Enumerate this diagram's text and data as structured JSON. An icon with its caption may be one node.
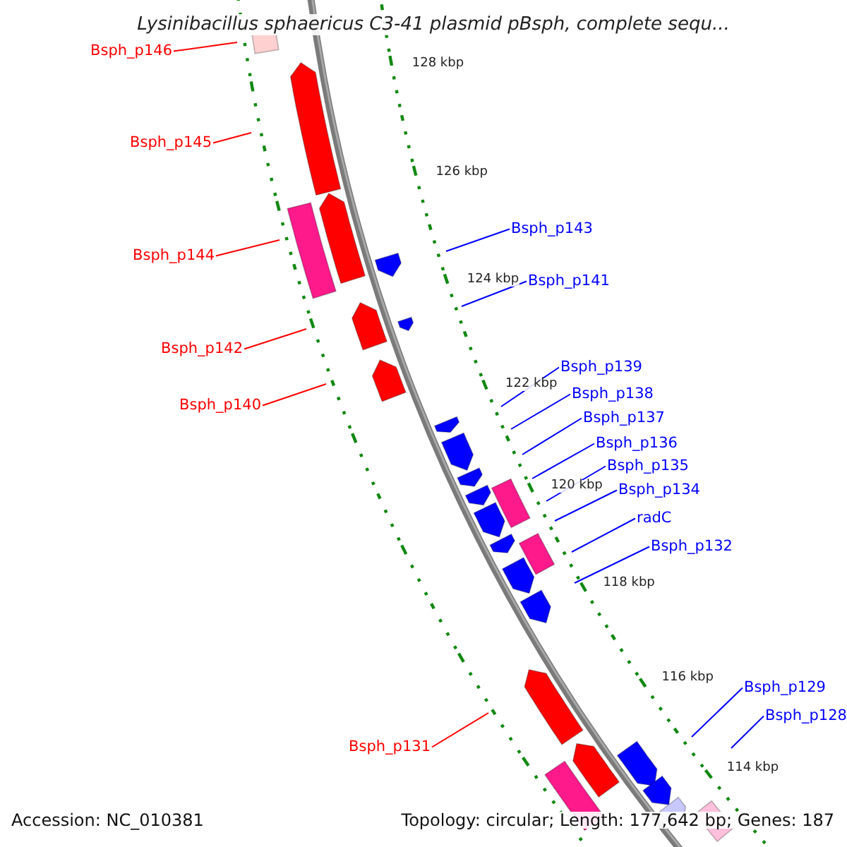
{
  "diagram": {
    "title": "Lysinibacillus sphaericus C3-41 plasmid pBsph, complete sequ...",
    "nodes": [
      {
        "text": [
          "Bsph_p146"
        ]
      },
      {
        "text": [
          "Bsph_p145"
        ]
      },
      {
        "text": [
          "Bsph_p143"
        ]
      },
      {
        "text": [
          "Bsph_p144"
        ]
      },
      {
        "text": [
          "Bsph_p141"
        ]
      },
      {
        "text": [
          "Bsph_p142"
        ]
      },
      {
        "text": [
          "Bsph_p139"
        ]
      },
      {
        "text": [
          "Bsph_p138"
        ]
      },
      {
        "text": [
          "Bsph_p140"
        ]
      },
      {
        "text": [
          "Bsph_p137"
        ]
      },
      {
        "text": [
          "Bsph_p136"
        ]
      },
      {
        "text": [
          "Bsph_p135"
        ]
      },
      {
        "text": [
          "Bsph_p134"
        ]
      },
      {
        "text": [
          "radC"
        ]
      },
      {
        "text": [
          "Bsph_p132"
        ]
      },
      {
        "text": [
          "Bsph_p129"
        ]
      },
      {
        "text": [
          "Bsph_p128"
        ]
      },
      {
        "text": [
          "Bsph_p131"
        ]
      }
    ],
    "edges": [
      {
        "from": 0,
        "to": null,
        "arrow": "none",
        "color": "#ff0000"
      },
      {
        "from": 1,
        "to": null,
        "arrow": "none",
        "color": "#ff0000"
      },
      {
        "from": 2,
        "to": null,
        "arrow": "none"
      },
      {
        "from": 3,
        "to": null,
        "arrow": "none",
        "color": "#ff0000"
      },
      {
        "from": 4,
        "to": null,
        "arrow": "none"
      },
      {
        "from": 5,
        "to": null,
        "arrow": "none",
        "color": "#ff0000"
      },
      {
        "from": 6,
        "to": null,
        "arrow": "none"
      },
      {
        "from": 7,
        "to": null,
        "arrow": "none"
      },
      {
        "from": 8,
        "to": null,
        "arrow": "none",
        "color": "#ff0000"
      },
      {
        "from": 9,
        "to": null,
        "arrow": "none"
      },
      {
        "from": 10,
        "to": null,
        "arrow": "none"
      },
      {
        "from": 11,
        "to": null,
        "arrow": "none"
      },
      {
        "from": 12,
        "to": null,
        "arrow": "none"
      },
      {
        "from": 13,
        "to": null,
        "arrow": "none"
      },
      {
        "from": 14,
        "to": null,
        "arrow": "none"
      },
      {
        "from": 15,
        "to": null,
        "arrow": "none"
      },
      {
        "from": 16,
        "to": null,
        "arrow": "none"
      },
      {
        "from": 17,
        "to": null,
        "arrow": "none",
        "color": "#ff0000"
      }
    ],
    "labels": [
      "128 kbp",
      "126 kbp",
      "124 kbp",
      "122 kbp",
      "120 kbp",
      "118 kbp",
      "116 kbp",
      "114 kbp",
      "Accession: NC_010381",
      "Topology: circular; Length: 177,642 bp; Genes: 187"
    ]
  }
}
